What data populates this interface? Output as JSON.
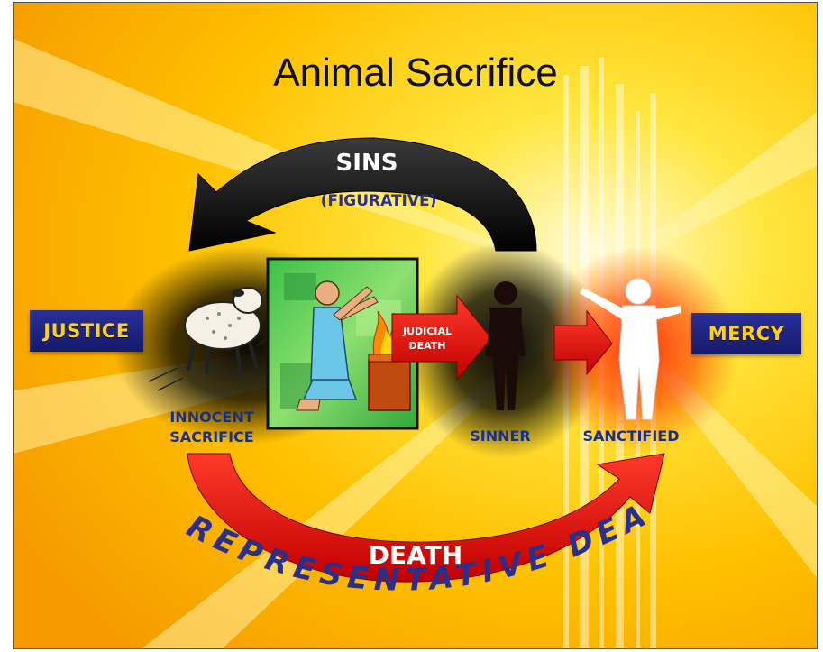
{
  "title": "Animal Sacrifice",
  "top_arrow": {
    "label": "SINS",
    "sublabel": "(FIGURATIVE)"
  },
  "left_box": "JUSTICE",
  "right_box": "MERCY",
  "judicial_arrow": {
    "line1": "JUDICIAL",
    "line2": "DEATH"
  },
  "captions": {
    "innocent_line1": "INNOCENT",
    "innocent_line2": "SACRIFICE",
    "sinner": "SINNER",
    "sanctified": "SANCTIFIED"
  },
  "bottom_arrow": {
    "label": "DEATH"
  },
  "arc_text": "REPRESENTATIVE DEATH",
  "colors": {
    "background": "#ffc400",
    "label_box": "#1f2380",
    "label_text": "#ffd400",
    "caption": "#16308a",
    "bottom_arrow": "#e30000",
    "top_arrow": "#111111"
  },
  "icons": [
    "lamb-icon",
    "kneeling-priest-icon",
    "altar-fire-icon",
    "sinner-figure-icon",
    "sanctified-figure-icon"
  ]
}
